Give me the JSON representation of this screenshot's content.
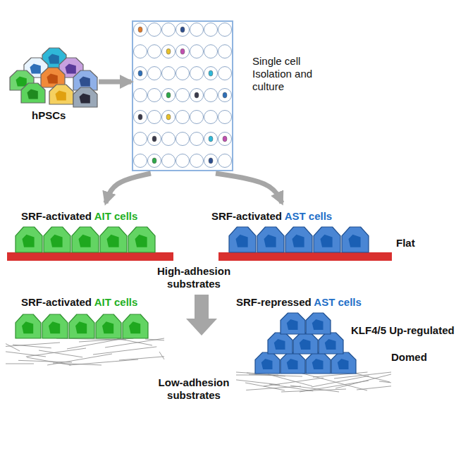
{
  "diagram": {
    "nodes": [
      {
        "text": [
          "hPSCs"
        ]
      },
      {
        "text": [
          "Single cell Isolation and culture"
        ]
      },
      {
        "text": [
          "SRF-activated AIT cells"
        ]
      },
      {
        "text": [
          "SRF-activated AST cells",
          "Flat"
        ]
      },
      {
        "text": [
          "SRF-activated AIT cells"
        ]
      },
      {
        "text": [
          "SRF-repressed AST cells",
          "KLF4/5 Up-regulated",
          "Domed"
        ]
      }
    ],
    "edges": [
      {
        "from": 0,
        "to": 1,
        "arrow": "to"
      },
      {
        "from": 1,
        "to": 2,
        "arrow": "to"
      },
      {
        "from": 1,
        "to": 3,
        "arrow": "to"
      }
    ],
    "labels": [
      "High-adhesion substrates",
      "Low-adhesion substrates"
    ]
  }
}
